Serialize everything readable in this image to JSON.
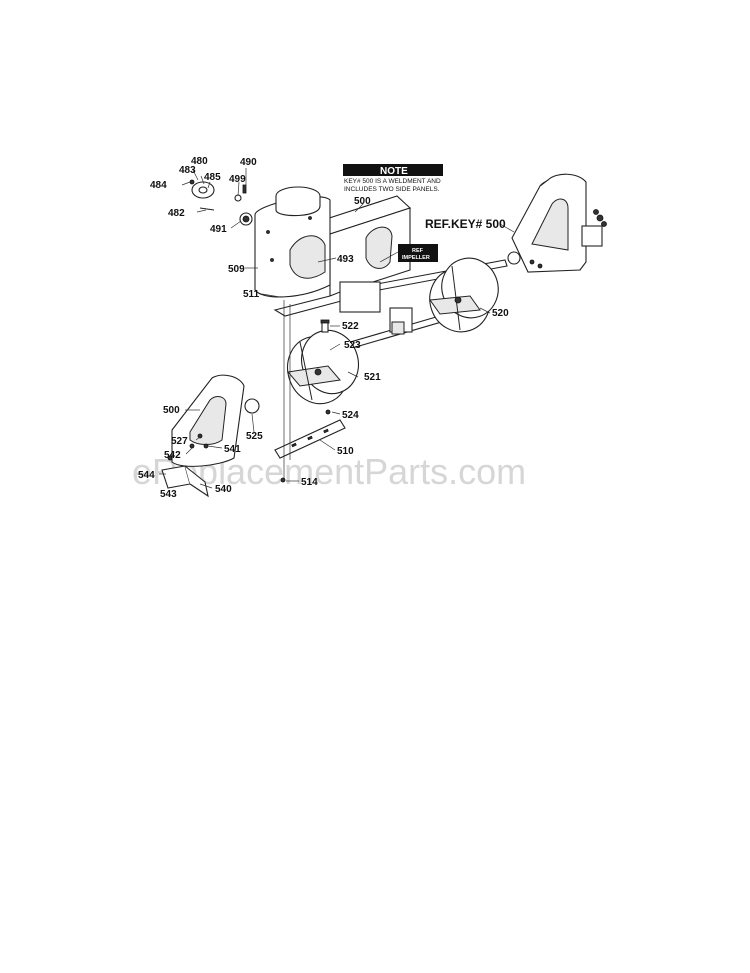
{
  "note": {
    "title": "NOTE",
    "line1": "KEY# 500 IS A WELDMENT AND",
    "line2": "INCLUDES TWO SIDE PANELS."
  },
  "ref_tag": {
    "line1": "REF",
    "line2": "IMPELLER"
  },
  "ref_key_label": "REF.KEY# 500",
  "watermark": "eReplacementParts.com",
  "parts": {
    "p480": "480",
    "p483": "483",
    "p484": "484",
    "p485": "485",
    "p482": "482",
    "p490": "490",
    "p499": "499",
    "p491": "491",
    "p500_top": "500",
    "p509": "509",
    "p493": "493",
    "p511": "511",
    "p522": "522",
    "p523": "523",
    "p520": "520",
    "p521": "521",
    "p500_left": "500",
    "p524": "524",
    "p525": "525",
    "p527": "527",
    "p541": "541",
    "p542": "542",
    "p510": "510",
    "p544": "544",
    "p514": "514",
    "p543": "543",
    "p540": "540"
  }
}
